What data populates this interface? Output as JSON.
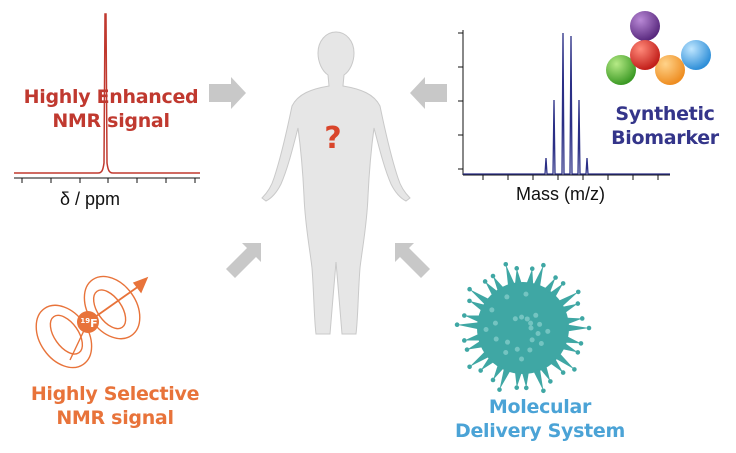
{
  "labels": {
    "nmr_enhanced": [
      "Highly Enhanced",
      "NMR signal"
    ],
    "nmr_selective": [
      "Highly Selective",
      "NMR signal"
    ],
    "synthetic_biomarker": [
      "Synthetic",
      "Biomarker"
    ],
    "delivery_system": [
      "Molecular",
      "Delivery System"
    ]
  },
  "axes": {
    "nmr_x": "δ / ppm",
    "ms_x": "Mass (m/z)"
  },
  "center": {
    "mark": "?"
  },
  "spin": {
    "nucleus": "19F",
    "mass_number": "19",
    "symbol": "F"
  },
  "colors": {
    "nmr_enhanced": "#c0392f",
    "nmr_selective": "#e8733a",
    "biomarker_text": "#34358a",
    "delivery_text": "#4ba3d6",
    "body": "#e6e6e6",
    "arrow": "#c8c8c8",
    "question": "#d9452b",
    "virus": "#3fa7a4",
    "mass_peaks": "#2b2f86"
  },
  "biomarker_spheres": [
    "purple",
    "red",
    "blue",
    "green",
    "orange"
  ],
  "icons": [
    "human-body-icon",
    "arrow-icon",
    "spin-dipole-icon",
    "virus-particle-icon",
    "biomarker-cluster-icon"
  ]
}
